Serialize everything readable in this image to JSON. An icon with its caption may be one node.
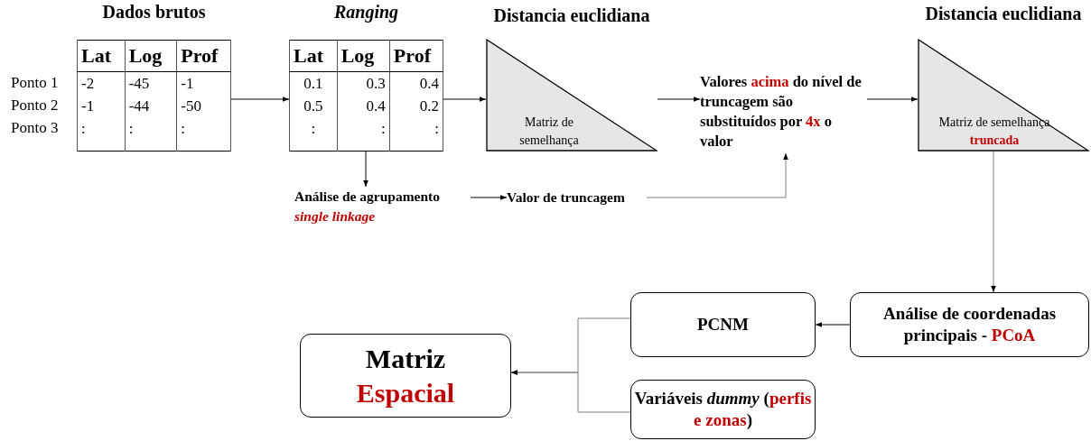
{
  "diagram": {
    "nodes": [
      {
        "text": [
          "Dados brutos"
        ]
      },
      {
        "text": [
          "Ranging"
        ]
      },
      {
        "text": [
          "Distancia euclidiana",
          "Matriz de semelhança"
        ]
      },
      {
        "text": [
          "Valores **acima** do nível de truncagem são substituídos por **4x** o valor"
        ]
      },
      {
        "text": [
          "Distancia euclidiana",
          "Matriz de semelhança **truncada**"
        ]
      },
      {
        "text": [
          "Análise de agrupamento",
          "single linkage"
        ]
      },
      {
        "text": [
          "Valor de truncagem"
        ]
      },
      {
        "text": [
          "Análise de coordenadas principais - **PCoA**"
        ]
      },
      {
        "text": [
          "PCNM"
        ]
      },
      {
        "text": [
          "Variáveis *dummy* (**perfis e zonas**)"
        ]
      },
      {
        "text": [
          "Matriz **Espacial**"
        ]
      }
    ],
    "edges": [
      {
        "from": 0,
        "to": 1,
        "arrow": "to"
      },
      {
        "from": 1,
        "to": 2,
        "arrow": "to"
      },
      {
        "from": 2,
        "to": 3,
        "arrow": "to"
      },
      {
        "from": 3,
        "to": 4,
        "arrow": "to"
      },
      {
        "from": 1,
        "to": 5,
        "arrow": "to"
      },
      {
        "from": 5,
        "to": 6,
        "arrow": "to"
      },
      {
        "from": 6,
        "to": 3,
        "arrow": "to",
        "color": "#808080"
      },
      {
        "from": 4,
        "to": 7,
        "arrow": "to",
        "color": "#808080"
      },
      {
        "from": 7,
        "to": 8,
        "arrow": "to"
      },
      {
        "from": 8,
        "to": 10,
        "arrow": "to",
        "color": "#808080"
      },
      {
        "from": 9,
        "to": 10,
        "arrow": "to",
        "color": "#808080"
      }
    ],
    "labels": [
      "Lat",
      "Log",
      "Prof",
      "Ponto 1",
      "-2",
      "-45",
      "-1",
      "Ponto 2",
      "-1",
      "-44",
      "-50",
      "Ponto 3",
      ":",
      ":",
      ":",
      "Lat",
      "Log",
      "Prof",
      "0.1",
      "0.3",
      "0.4",
      "0.5",
      "0.4",
      "0.2",
      ":",
      ":",
      ":"
    ]
  }
}
